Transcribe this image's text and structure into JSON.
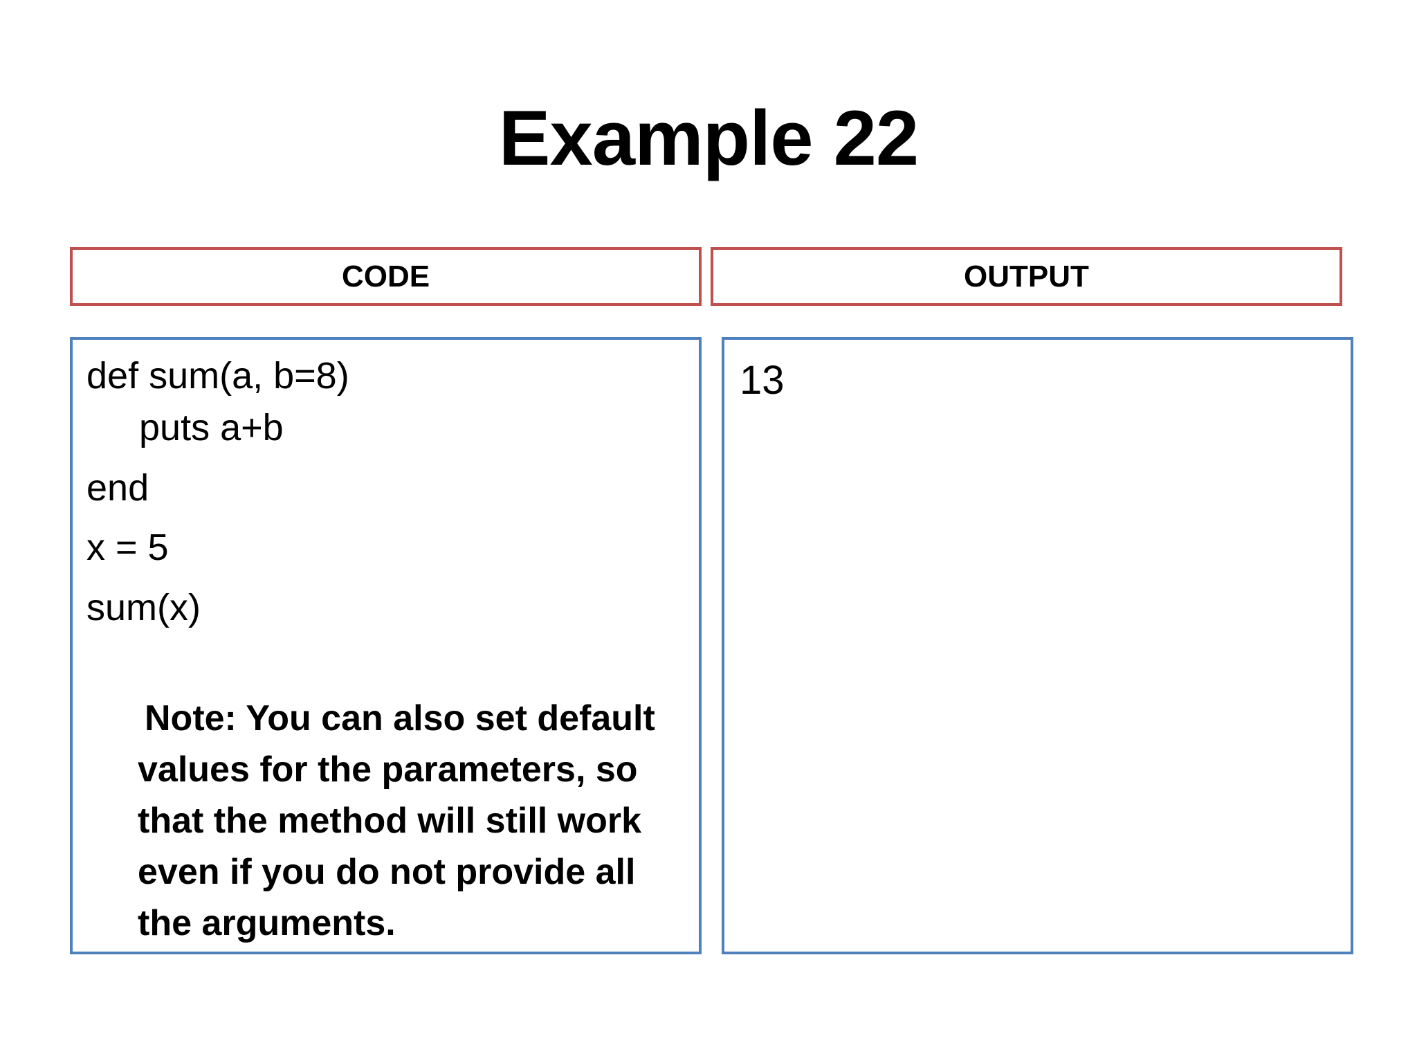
{
  "slide": {
    "title": "Example 22"
  },
  "headers": {
    "code": "CODE",
    "output": "OUTPUT"
  },
  "code": {
    "lines": [
      "def sum(a, b=8)",
      "puts a+b",
      "end",
      "x = 5",
      "sum(x)"
    ],
    "note": "Note: You can also set default values for the parameters, so that the method will still work even if you do not provide all the arguments."
  },
  "output": {
    "value": "13"
  },
  "colors": {
    "header_border": "#c0504d",
    "content_border": "#4f81bd",
    "text": "#000000",
    "background": "#ffffff"
  }
}
